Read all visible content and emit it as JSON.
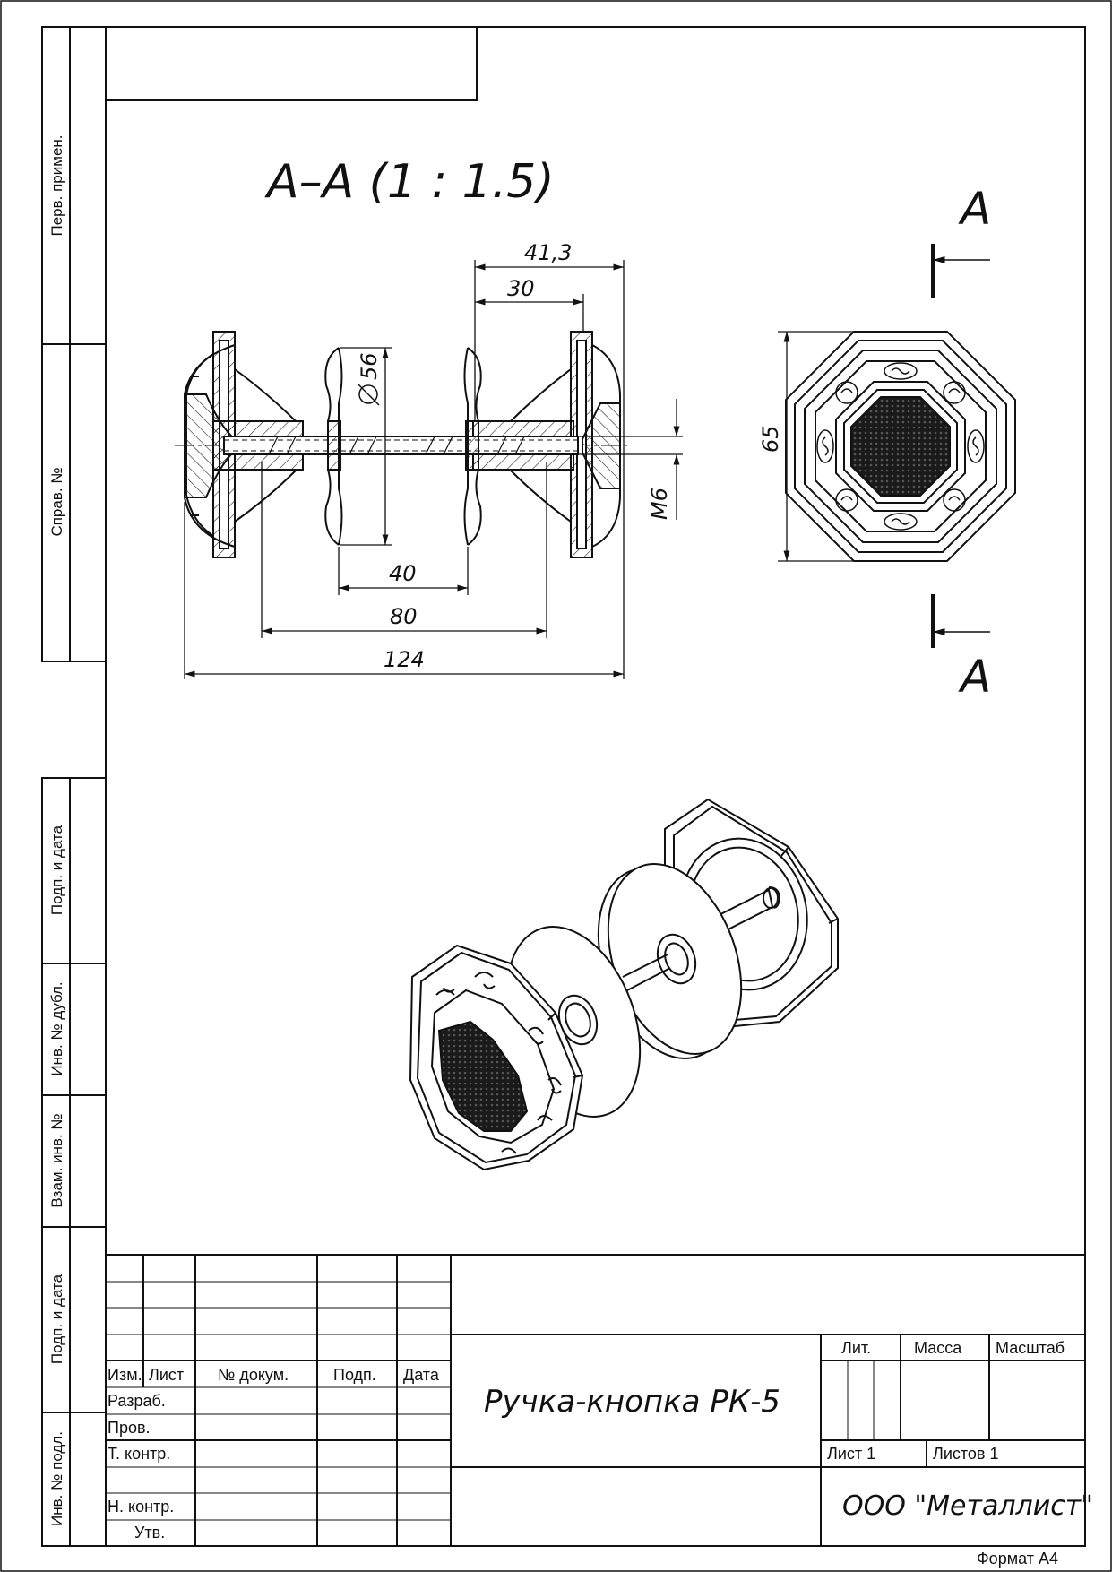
{
  "side_stamp": {
    "perv_primen": "Перв. примен.",
    "sprav_no": "Справ. №",
    "podp_data_top": "Подп. и дата",
    "inv_dubl": "Инв. № дубл.",
    "vzam_inv": "Взам. инв. №",
    "podp_data_bottom": "Подп. и дата",
    "inv_podl": "Инв. № подл."
  },
  "section": {
    "title": "A–A (1 : 1.5)",
    "cut_label_top": "A",
    "cut_label_bottom": "A"
  },
  "dimensions": {
    "overall_offset": "41,3",
    "plate_offset": "30",
    "rose_diameter": "56",
    "thread": "M6",
    "rose_spacing": "40",
    "rod_length": "80",
    "total_length": "124",
    "knob_size": "65"
  },
  "title_block": {
    "col_izm": "Изм.",
    "col_list": "Лист",
    "col_doc": "№ докум.",
    "col_podp": "Подп.",
    "col_date": "Дата",
    "row_razrab": "Разраб.",
    "row_prov": "Пров.",
    "row_tkontr": "Т. контр.",
    "row_nkontr": "Н. контр.",
    "row_utv": "Утв.",
    "lit": "Лит.",
    "massa": "Масса",
    "masshtab": "Масштаб",
    "sheet": "Лист 1",
    "sheets": "Листов 1",
    "product_name": "Ручка-кнопка РК-5",
    "company": "ООО \"Металлист\""
  },
  "format": "Формат А4"
}
